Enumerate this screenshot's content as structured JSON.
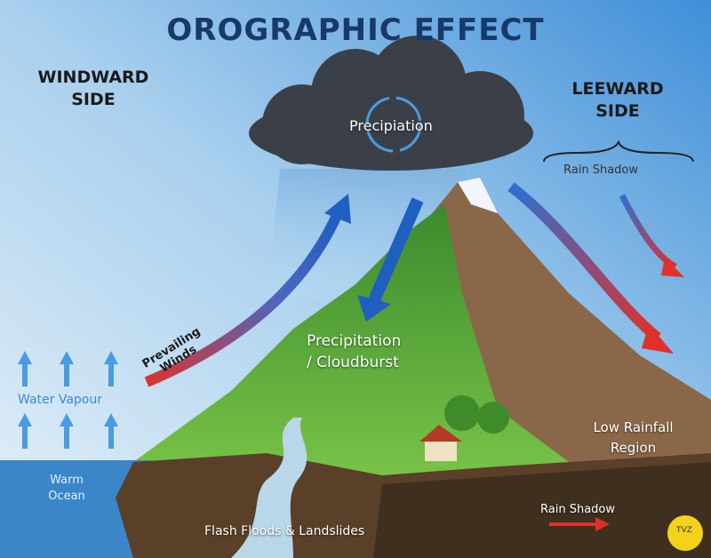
{
  "title": "OROGRAPHIC EFFECT",
  "windward": {
    "line1": "WINDWARD",
    "line2": "SIDE"
  },
  "leeward": {
    "line1": "LEEWARD",
    "line2": "SIDE"
  },
  "cloud_label": "Precipiation",
  "rain_shadow_top": "Rain Shadow",
  "prevailing_winds": {
    "line1": "Prevailing",
    "line2": "Winds"
  },
  "precipitation_cloudburst": {
    "line1": "Precipitation",
    "line2": "/ Cloudburst"
  },
  "water_vapour": "Water Vapour",
  "warm_ocean": {
    "line1": "Warm",
    "line2": "Ocean"
  },
  "low_rainfall": {
    "line1": "Low Rainfall",
    "line2": "Region"
  },
  "flash_floods": "Flash Floods & Landslides",
  "rain_shadow_bottom": "Rain Shadow",
  "logo_text": "TVZ",
  "colors": {
    "title": "#173a6a",
    "wind_blue": "#1f5fc0",
    "wind_red": "#e0302a",
    "logo": "#f4d21c"
  }
}
